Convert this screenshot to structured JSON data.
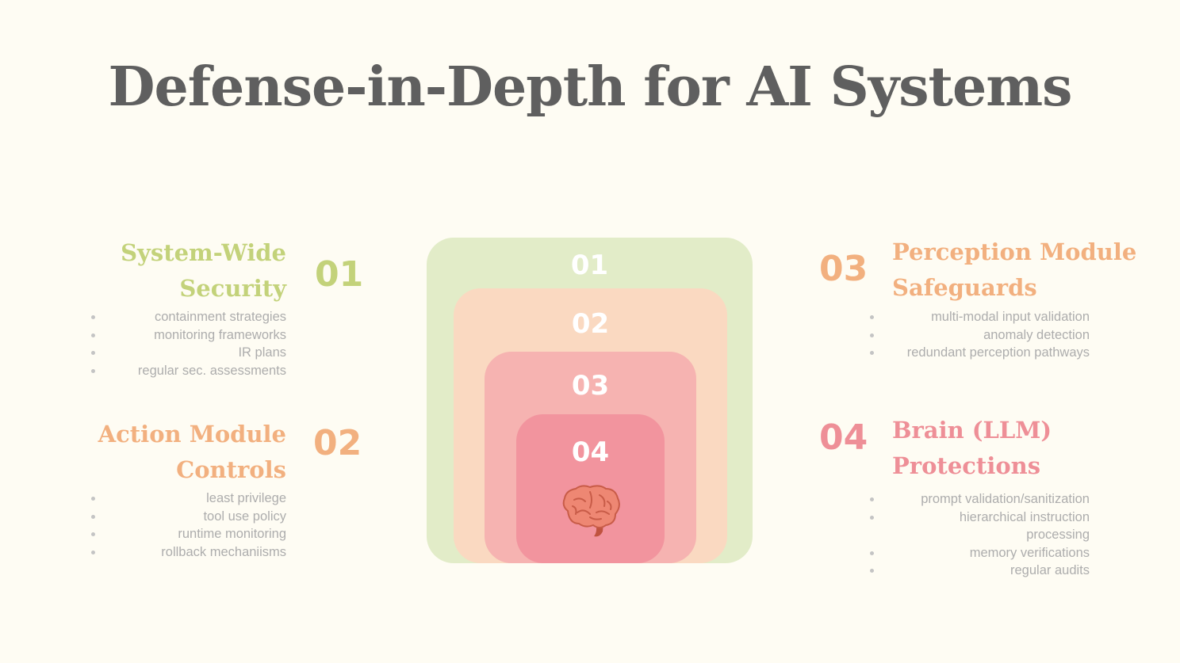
{
  "title": "Defense-in-Depth for AI Systems",
  "colors": {
    "background": "#fefcf3",
    "title": "#5f5f5f",
    "layer1": "#e2ecc8",
    "layer2": "#fad9c1",
    "layer3": "#f6b3b1",
    "layer4": "#f2949e",
    "green": "#c3d27a",
    "peach": "#f2b07f",
    "pink": "#ee8f97",
    "bullet_text": "#adadad"
  },
  "layers": [
    {
      "label": "01"
    },
    {
      "label": "02"
    },
    {
      "label": "03"
    },
    {
      "label": "04",
      "icon": "brain-icon"
    }
  ],
  "sections": {
    "system_wide": {
      "number": "01",
      "heading_line1": "System-Wide",
      "heading_line2": "Security",
      "bullets": [
        "containment strategies",
        "monitoring frameworks",
        "IR plans",
        "regular sec. assessments"
      ]
    },
    "action": {
      "number": "02",
      "heading_line1": "Action Module",
      "heading_line2": "Controls",
      "bullets": [
        "least privilege",
        "tool use policy",
        "runtime monitoring",
        "rollback mechaniisms"
      ]
    },
    "perception": {
      "number": "03",
      "heading_line1": "Perception Module",
      "heading_line2": "Safeguards",
      "bullets": [
        "multi-modal input validation",
        "anomaly detection",
        "redundant perception pathways"
      ]
    },
    "brain": {
      "number": "04",
      "heading_line1": "Brain (LLM)",
      "heading_line2": "Protections",
      "bullets": [
        "prompt validation/sanitization",
        "hierarchical instruction",
        "processing",
        "memory verifications",
        "regular audits"
      ]
    }
  }
}
